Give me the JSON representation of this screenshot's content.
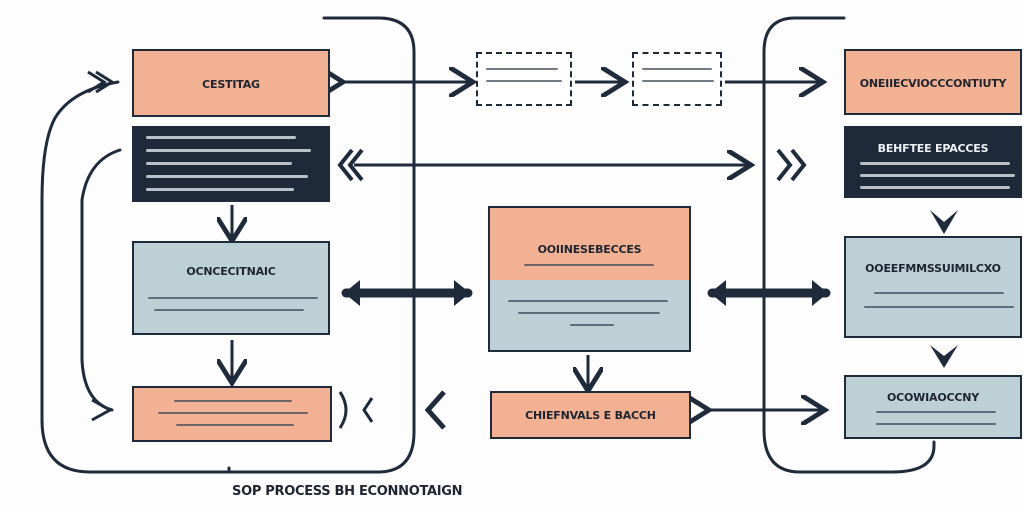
{
  "diagram": {
    "footer": "SOP PROCESS BH ECONNOTAIGN",
    "boxes": {
      "top_left": "CESTITAG",
      "mid_left": "OCNCECITNAIC",
      "bottom_left": "",
      "center_top": "OOIINESEBECCES",
      "center_bottom": "CHIEFNVALS E BACCH",
      "right_top": "ONEIIECVIOCCCONTIUTY",
      "right_navy": "BEHFTEE EPACCES",
      "right_mid": "OOEEFMMSSUIMILCXO",
      "right_bottom": "OCOWIAOCCNY"
    },
    "colors": {
      "salmon": "#f2b192",
      "blue": "#bcd0d6",
      "navy": "#1e2a3a",
      "stroke": "#1f2a3a"
    }
  }
}
